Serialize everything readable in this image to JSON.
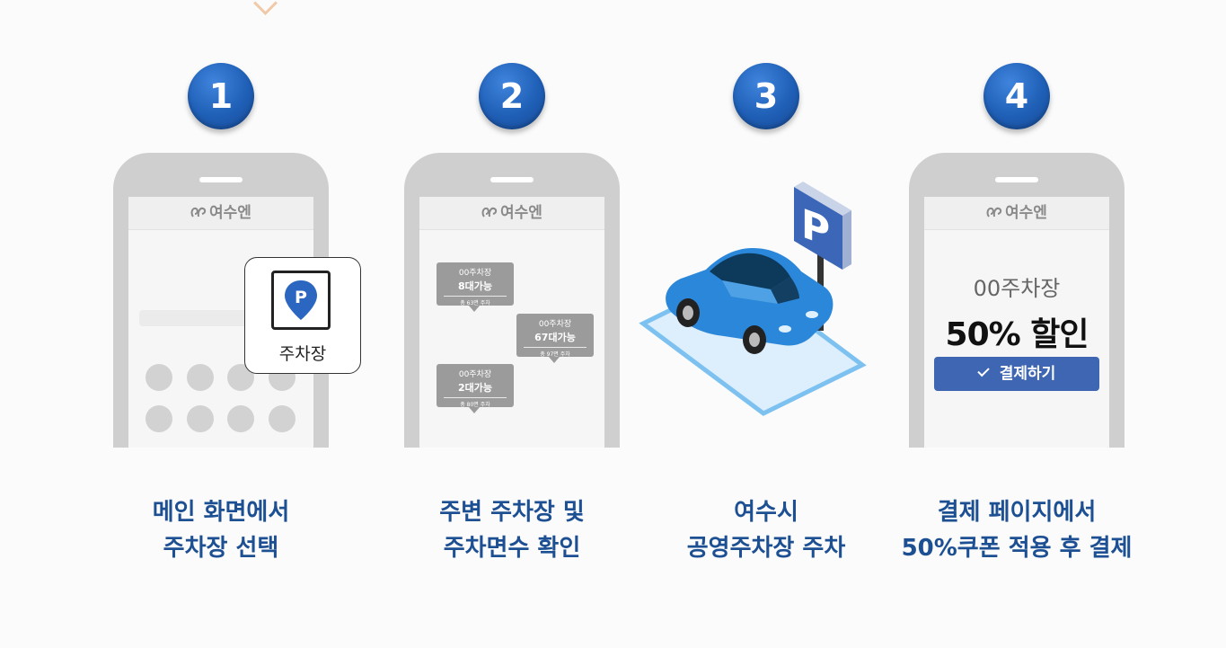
{
  "app": {
    "logo_text": "여수엔"
  },
  "steps": [
    {
      "number": "1",
      "caption_line1": "메인 화면에서",
      "caption_line2": "주차장 선택",
      "parking_card_label": "주차장",
      "parking_icon": "parking-pin-icon"
    },
    {
      "number": "2",
      "caption_line1": "주변 주차장 및",
      "caption_line2": "주차면수 확인",
      "bubbles": [
        {
          "name": "00주차장",
          "available": "8대가능",
          "distance": "총 63면 주차"
        },
        {
          "name": "00주차장",
          "available": "67대가능",
          "distance": "총 97면 주차"
        },
        {
          "name": "00주차장",
          "available": "2대가능",
          "distance": "총 80면 주차"
        }
      ]
    },
    {
      "number": "3",
      "caption_line1": "여수시",
      "caption_line2": "공영주차장 주차",
      "illustration": "car-parking-illustration",
      "sign_letter": "P"
    },
    {
      "number": "4",
      "caption_line1": "결제 페이지에서",
      "caption_line2": "50%쿠폰 적용 후 결제",
      "lot_name": "00주차장",
      "discount": "50% 할인",
      "pay_button": "결제하기"
    }
  ],
  "colors": {
    "badge": "#1f5fb6",
    "caption": "#1d4f93",
    "pay_button": "#3e66b3",
    "phone": "#cfcfcf"
  }
}
